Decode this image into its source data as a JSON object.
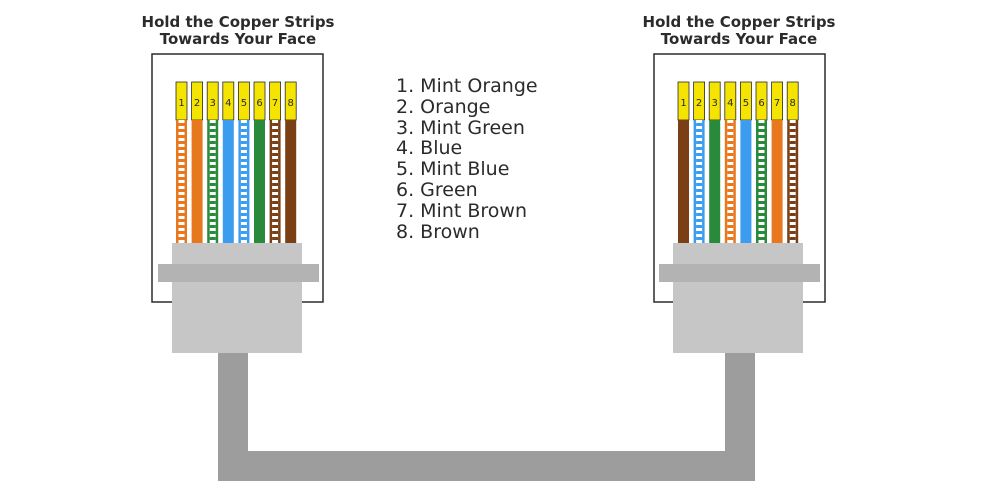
{
  "left_plug": {
    "heading_line1": "Hold the Copper Strips",
    "heading_line2": "Towards Your Face",
    "pins": [
      {
        "number": "1",
        "wire": "Mint Orange"
      },
      {
        "number": "2",
        "wire": "Orange"
      },
      {
        "number": "3",
        "wire": "Mint Green"
      },
      {
        "number": "4",
        "wire": "Blue"
      },
      {
        "number": "5",
        "wire": "Mint Blue"
      },
      {
        "number": "6",
        "wire": "Green"
      },
      {
        "number": "7",
        "wire": "Mint Brown"
      },
      {
        "number": "8",
        "wire": "Brown"
      }
    ]
  },
  "right_plug": {
    "heading_line1": "Hold the Copper Strips",
    "heading_line2": "Towards Your Face",
    "pins": [
      {
        "number": "1",
        "wire": "Brown"
      },
      {
        "number": "2",
        "wire": "Mint Blue"
      },
      {
        "number": "3",
        "wire": "Green"
      },
      {
        "number": "4",
        "wire": "Mint Orange"
      },
      {
        "number": "5",
        "wire": "Blue"
      },
      {
        "number": "6",
        "wire": "Mint Green"
      },
      {
        "number": "7",
        "wire": "Orange"
      },
      {
        "number": "8",
        "wire": "Mint Brown"
      }
    ]
  },
  "legend": [
    "1. Mint Orange",
    "2. Orange",
    "3. Mint Green",
    "4. Blue",
    "5. Mint Blue",
    "6. Green",
    "7. Mint Brown",
    "8. Brown"
  ],
  "colors": {
    "copper_strip": "#f5e400",
    "orange": "#e8781e",
    "green": "#2a8a3c",
    "blue": "#3b9cf0",
    "brown": "#7a3f14",
    "plug_body": "#c6c6c6",
    "plug_lip": "#b3b3b3",
    "cable": "#9d9d9d",
    "outline": "#2b2b2b"
  }
}
